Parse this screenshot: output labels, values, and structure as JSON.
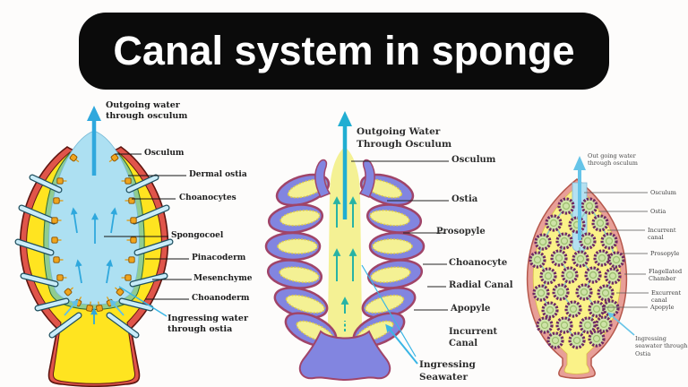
{
  "title": "Canal system in sponge",
  "ascon": {
    "flow_out": "Outgoing water\nthrough osculum",
    "labels": {
      "osculum": "Osculum",
      "dermal_ostia": "Dermal ostia",
      "choanocytes": "Choanocytes",
      "spongocoel": "Spongocoel",
      "pinacoderm": "Pinacoderm",
      "mesenchyme": "Mesenchyme",
      "choanoderm": "Choanoderm"
    },
    "flow_in": "Ingressing water\nthrough ostia"
  },
  "sycon": {
    "flow_out": "Outgoing Water\nThrough Osculum",
    "labels": {
      "osculum": "Osculum",
      "ostia": "Ostia",
      "prosopyle": "Prosopyle",
      "choanocyte": "Choanocyte",
      "radial_canal": "Radial Canal",
      "apopyle": "Apopyle",
      "incurrent_canal": "Incurrent Canal"
    },
    "flow_in": "Ingressing\nSeawater"
  },
  "leucon": {
    "flow_out": "Out going water\nthrough osculum",
    "labels": {
      "osculum": "Osculum",
      "ostia": "Ostia",
      "incurrent_canal": "Incurrent canal",
      "prosopyle": "Prosopyle",
      "flagellated_chamber": "Flagellated\nChamber",
      "excurrent_canal": "Excurrent canal",
      "apopyle": "Apopyle"
    },
    "flow_in": "Ingressing\nseawater through\nOstia"
  },
  "colors": {
    "banner_bg": "#0b0b0b",
    "banner_text": "#ffffff",
    "ascon": {
      "pinacoderm_red": "#e0554a",
      "mesenchyme_yellow": "#ffe420",
      "choanoderm_green": "#90cc90",
      "spongocoel_blue": "#ade0f2",
      "choanocyte_orange": "#f0a51e",
      "arrow_cyan": "#2fa8dd"
    },
    "sycon": {
      "body_purple": "#8285e0",
      "rim_maroon": "#a04468",
      "canal_yellow": "#f4f194",
      "arrow_teal": "#27b3a5",
      "arrow_cyan": "#21aed2"
    },
    "leucon": {
      "wall_pink": "#e89f98",
      "body_yellow": "#faf288",
      "chamber_ring_purple": "#6e2a64",
      "chamber_center_green": "#cfe3a8",
      "canal_teal": "#93cdbd",
      "arrow_blue": "#66c4e8"
    }
  }
}
